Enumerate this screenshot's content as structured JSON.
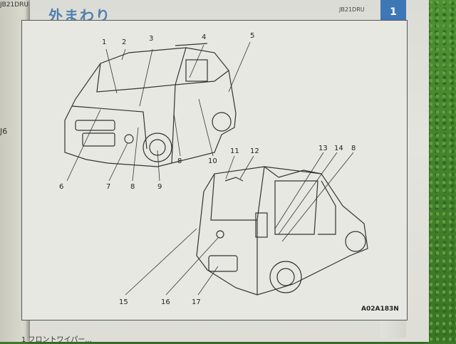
{
  "title": "外まわり",
  "page_code": "JB21DRU",
  "chapter_tab": "1",
  "left_page": {
    "header": "JB21DRU",
    "mark": "J6"
  },
  "figure_code": "A02A183N",
  "callouts": [
    "1",
    "2",
    "3",
    "4",
    "5",
    "6",
    "7",
    "8",
    "9",
    "10",
    "11",
    "12",
    "13",
    "14",
    "8",
    "15",
    "16",
    "17",
    "8"
  ],
  "footer_text": "1 フロントワイパー..."
}
